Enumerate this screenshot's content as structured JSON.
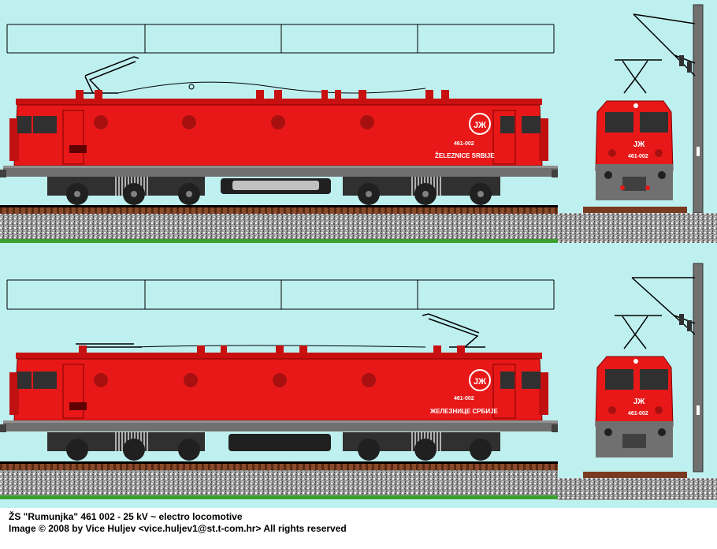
{
  "drawing": {
    "upper_side": {
      "number_plate": "461-002",
      "name_plate": "ŽELEZNICE SRBIJE"
    },
    "upper_front": {
      "number_plate": "461-002"
    },
    "lower_side": {
      "number_plate": "461-002",
      "name_plate": "ЖЕЛЕЗНИЦЕ СРБИЈЕ"
    },
    "lower_front": {
      "number_plate": "461-002"
    },
    "colors": {
      "sky": "#bff0f0",
      "body_red": "#e81818",
      "roof_red": "#c81010",
      "frame_gray": "#707070",
      "bogie_dark": "#202020",
      "rail_brown": "#7a3a20",
      "ballast_gray": "#a0a0a0",
      "grass_green": "#3aa030"
    }
  },
  "caption": {
    "line1": "ŽS \"Rumunjka\"  461 002 - 25 kV ~ electro locomotive",
    "line2": "Image © 2008 by Vice Huljev <vice.huljev1@st.t-com.hr>  All rights reserved"
  }
}
